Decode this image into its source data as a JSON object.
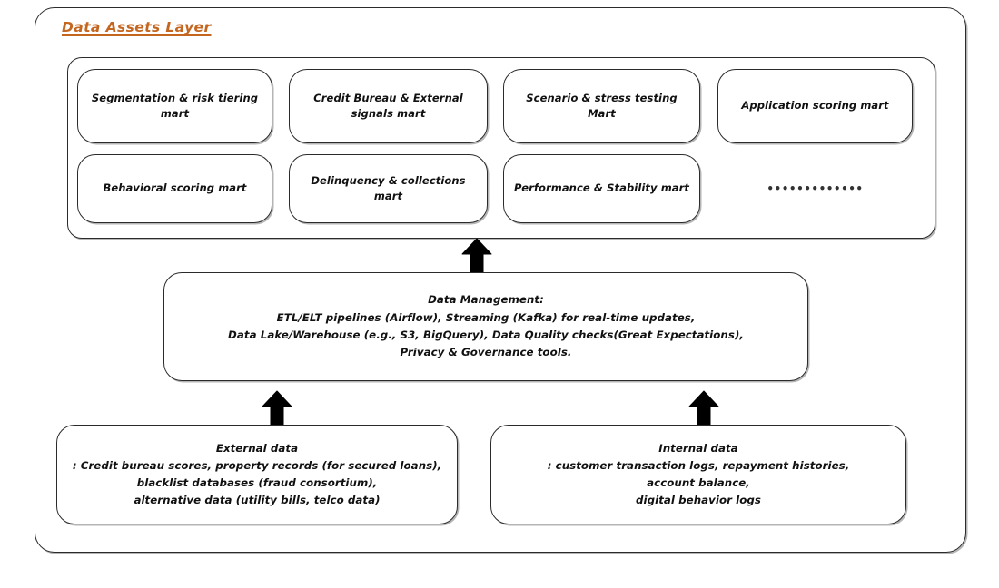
{
  "diagram": {
    "title": "Data Assets Layer",
    "title_color": "#C4661F",
    "border_color": "#2b2b2b",
    "background_color": "#ffffff"
  },
  "marts": {
    "row1": [
      {
        "id": "segmentation",
        "label": "Segmentation & risk tiering mart"
      },
      {
        "id": "credit-bureau",
        "label": "Credit Bureau & External signals mart"
      },
      {
        "id": "scenario",
        "label": "Scenario & stress testing Mart"
      },
      {
        "id": "application",
        "label": "Application scoring mart"
      }
    ],
    "row2": [
      {
        "id": "behavioral",
        "label": "Behavioral scoring mart"
      },
      {
        "id": "delinquency",
        "label": "Delinquency & collections mart"
      },
      {
        "id": "performance",
        "label": "Performance & Stability mart"
      },
      {
        "id": "ellipsis",
        "label": "•••••••••••••"
      }
    ]
  },
  "data_management": {
    "heading": "Data Management:",
    "text": "Data Management:\nETL/ELT pipelines (Airflow), Streaming (Kafka) for real-time updates,\nData Lake/Warehouse (e.g., S3, BigQuery), Data Quality checks(Great Expectations),\nPrivacy & Governance tools."
  },
  "sources": {
    "external": {
      "title": "External data",
      "text": "External data\n: Credit bureau scores, property records (for secured loans),\nblacklist databases (fraud consortium),\nalternative data (utility bills, telco data)"
    },
    "internal": {
      "title": "Internal data",
      "text": "Internal data\n: customer transaction logs, repayment histories,\naccount balance,\ndigital behavior logs"
    }
  },
  "arrows": [
    {
      "id": "arrow-to-marts",
      "icon": "up-arrow-icon",
      "from": "data-management",
      "to": "marts-panel"
    },
    {
      "id": "arrow-external-to-dm",
      "icon": "up-arrow-icon",
      "from": "external-data",
      "to": "data-management"
    },
    {
      "id": "arrow-internal-to-dm",
      "icon": "up-arrow-icon",
      "from": "internal-data",
      "to": "data-management"
    }
  ]
}
